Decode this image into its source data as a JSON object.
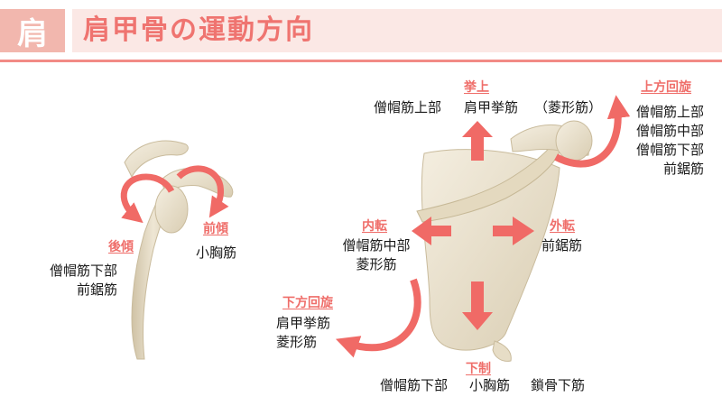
{
  "header": {
    "badge": "肩",
    "title": "肩甲骨の運動方向"
  },
  "left_figure": {
    "posterior_tilt": {
      "label": "後傾",
      "muscles": [
        "僧帽筋下部",
        "前鋸筋"
      ]
    },
    "anterior_tilt": {
      "label": "前傾",
      "muscles": [
        "小胸筋"
      ]
    }
  },
  "right_figure": {
    "elevation": {
      "label": "挙上",
      "muscles": [
        "僧帽筋上部",
        "肩甲挙筋",
        "（菱形筋）"
      ]
    },
    "upward_rotation": {
      "label": "上方回旋",
      "muscles": [
        "僧帽筋上部",
        "僧帽筋中部",
        "僧帽筋下部",
        "前鋸筋"
      ]
    },
    "adduction": {
      "label": "内転",
      "muscles": [
        "僧帽筋中部",
        "菱形筋"
      ]
    },
    "abduction": {
      "label": "外転",
      "muscles": [
        "前鋸筋"
      ]
    },
    "downward_rotation": {
      "label": "下方回旋",
      "muscles": [
        "肩甲挙筋",
        "菱形筋"
      ]
    },
    "depression": {
      "label": "下制",
      "muscles": [
        "僧帽筋下部",
        "小胸筋",
        "鎖骨下筋"
      ]
    }
  },
  "colors": {
    "accent": "#ef7470",
    "arrow": "#f06a66",
    "bone": "#eee6d4",
    "header_bg": "#fbe8e5",
    "badge_bg": "#f2b7ae"
  }
}
